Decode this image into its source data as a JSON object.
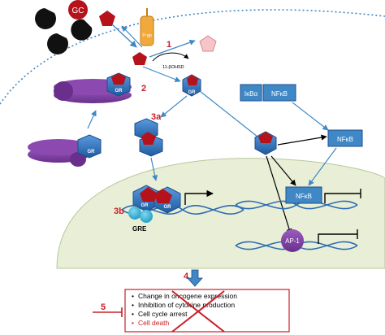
{
  "labels": {
    "gc": "GC",
    "pgp": "P-gp",
    "hsd": "11-βOHSD",
    "gr": "GR",
    "ikba": "IκBα",
    "nfkb": "NFκB",
    "gre": "GRE",
    "ap1": "AP-1"
  },
  "steps": {
    "s1": "1",
    "s2": "2",
    "s3a": "3a",
    "s3b": "3b",
    "s4": "4",
    "s5": "5"
  },
  "outcomes": [
    "Change in oncogene expression",
    "Inhibition of cytokine production",
    "Cell cycle arrest",
    "Cell death"
  ],
  "colors": {
    "step_red": "#c8202a",
    "gr_blue": "#2e6db4",
    "arrow_blue": "#3f88c5",
    "ligand_red": "#b5121b",
    "purple": "#7a3d9e",
    "nucleus_fill": "#e8efd6"
  }
}
